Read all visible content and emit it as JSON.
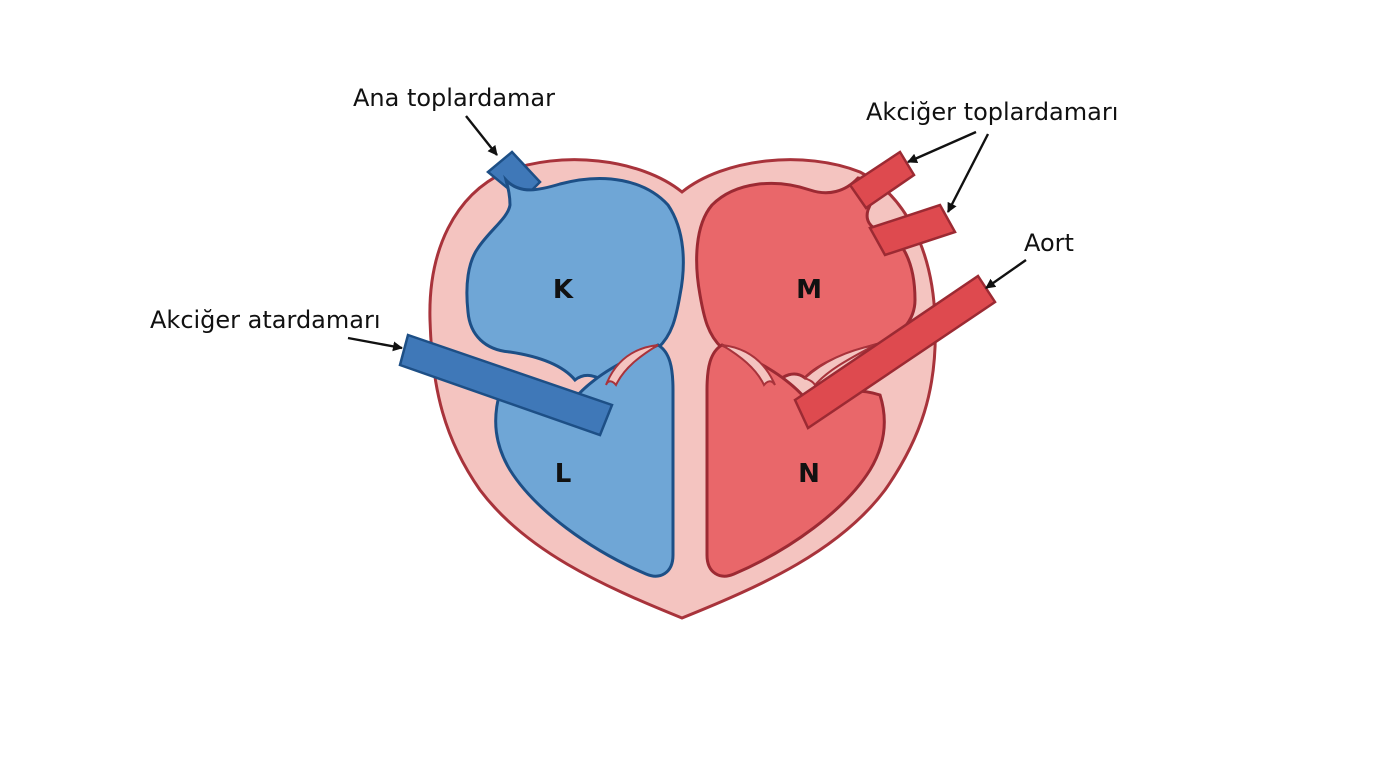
{
  "labels": {
    "superior_vena_cava": "Ana toplardamar",
    "pulmonary_veins": "Akciğer toplardamarı",
    "aorta": "Aort",
    "pulmonary_artery": "Akciğer atardamarı"
  },
  "chambers": {
    "right_atrium": "K",
    "right_ventricle": "L",
    "left_atrium": "M",
    "left_ventricle": "N"
  },
  "colors": {
    "heart_wall": "#f4c4c0",
    "heart_outline": "#a8333b",
    "deoxygenated_blood": "#6fa6d6",
    "deoxygenated_outline": "#1d4f86",
    "deoxygenated_vessel": "#3f78b8",
    "oxygenated_blood": "#e9676a",
    "oxygenated_outline": "#9c2a33",
    "oxygenated_vessel": "#de4a4f"
  }
}
